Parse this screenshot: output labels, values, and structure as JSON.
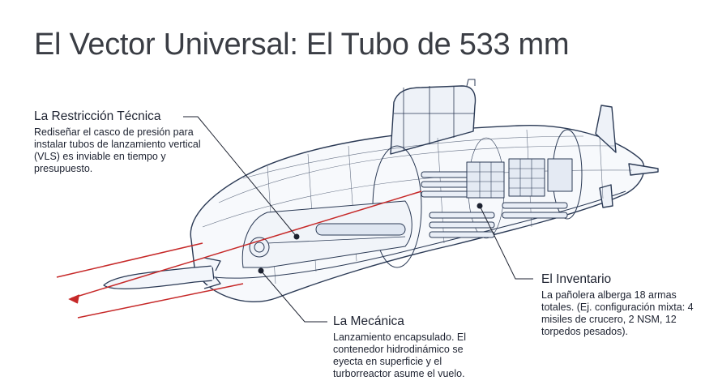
{
  "title": "El Vector Universal: El Tubo de 533 mm",
  "callouts": {
    "restriccion": {
      "heading": "La Restricción Técnica",
      "body": "Rediseñar el casco de presión para instalar tubos de lanzamiento vertical (VLS) es inviable en tiempo y presupuesto."
    },
    "inventario": {
      "heading": "El Inventario",
      "body": "La pañolera alberga 18 armas totales. (Ej. configuración mixta: 4 misiles de crucero, 2 NSM, 12 torpedos pesados)."
    },
    "mecanica": {
      "heading": "La Mecánica",
      "body": "Lanzamiento encapsulado. El contenedor hidrodinámico se eyecta en superficie y el turborreactor asume el vuelo."
    }
  },
  "colors": {
    "ink": "#1f2a44",
    "hull_line": "#2b3a55",
    "red_arrow": "#c62828",
    "title": "#3a3d44"
  }
}
